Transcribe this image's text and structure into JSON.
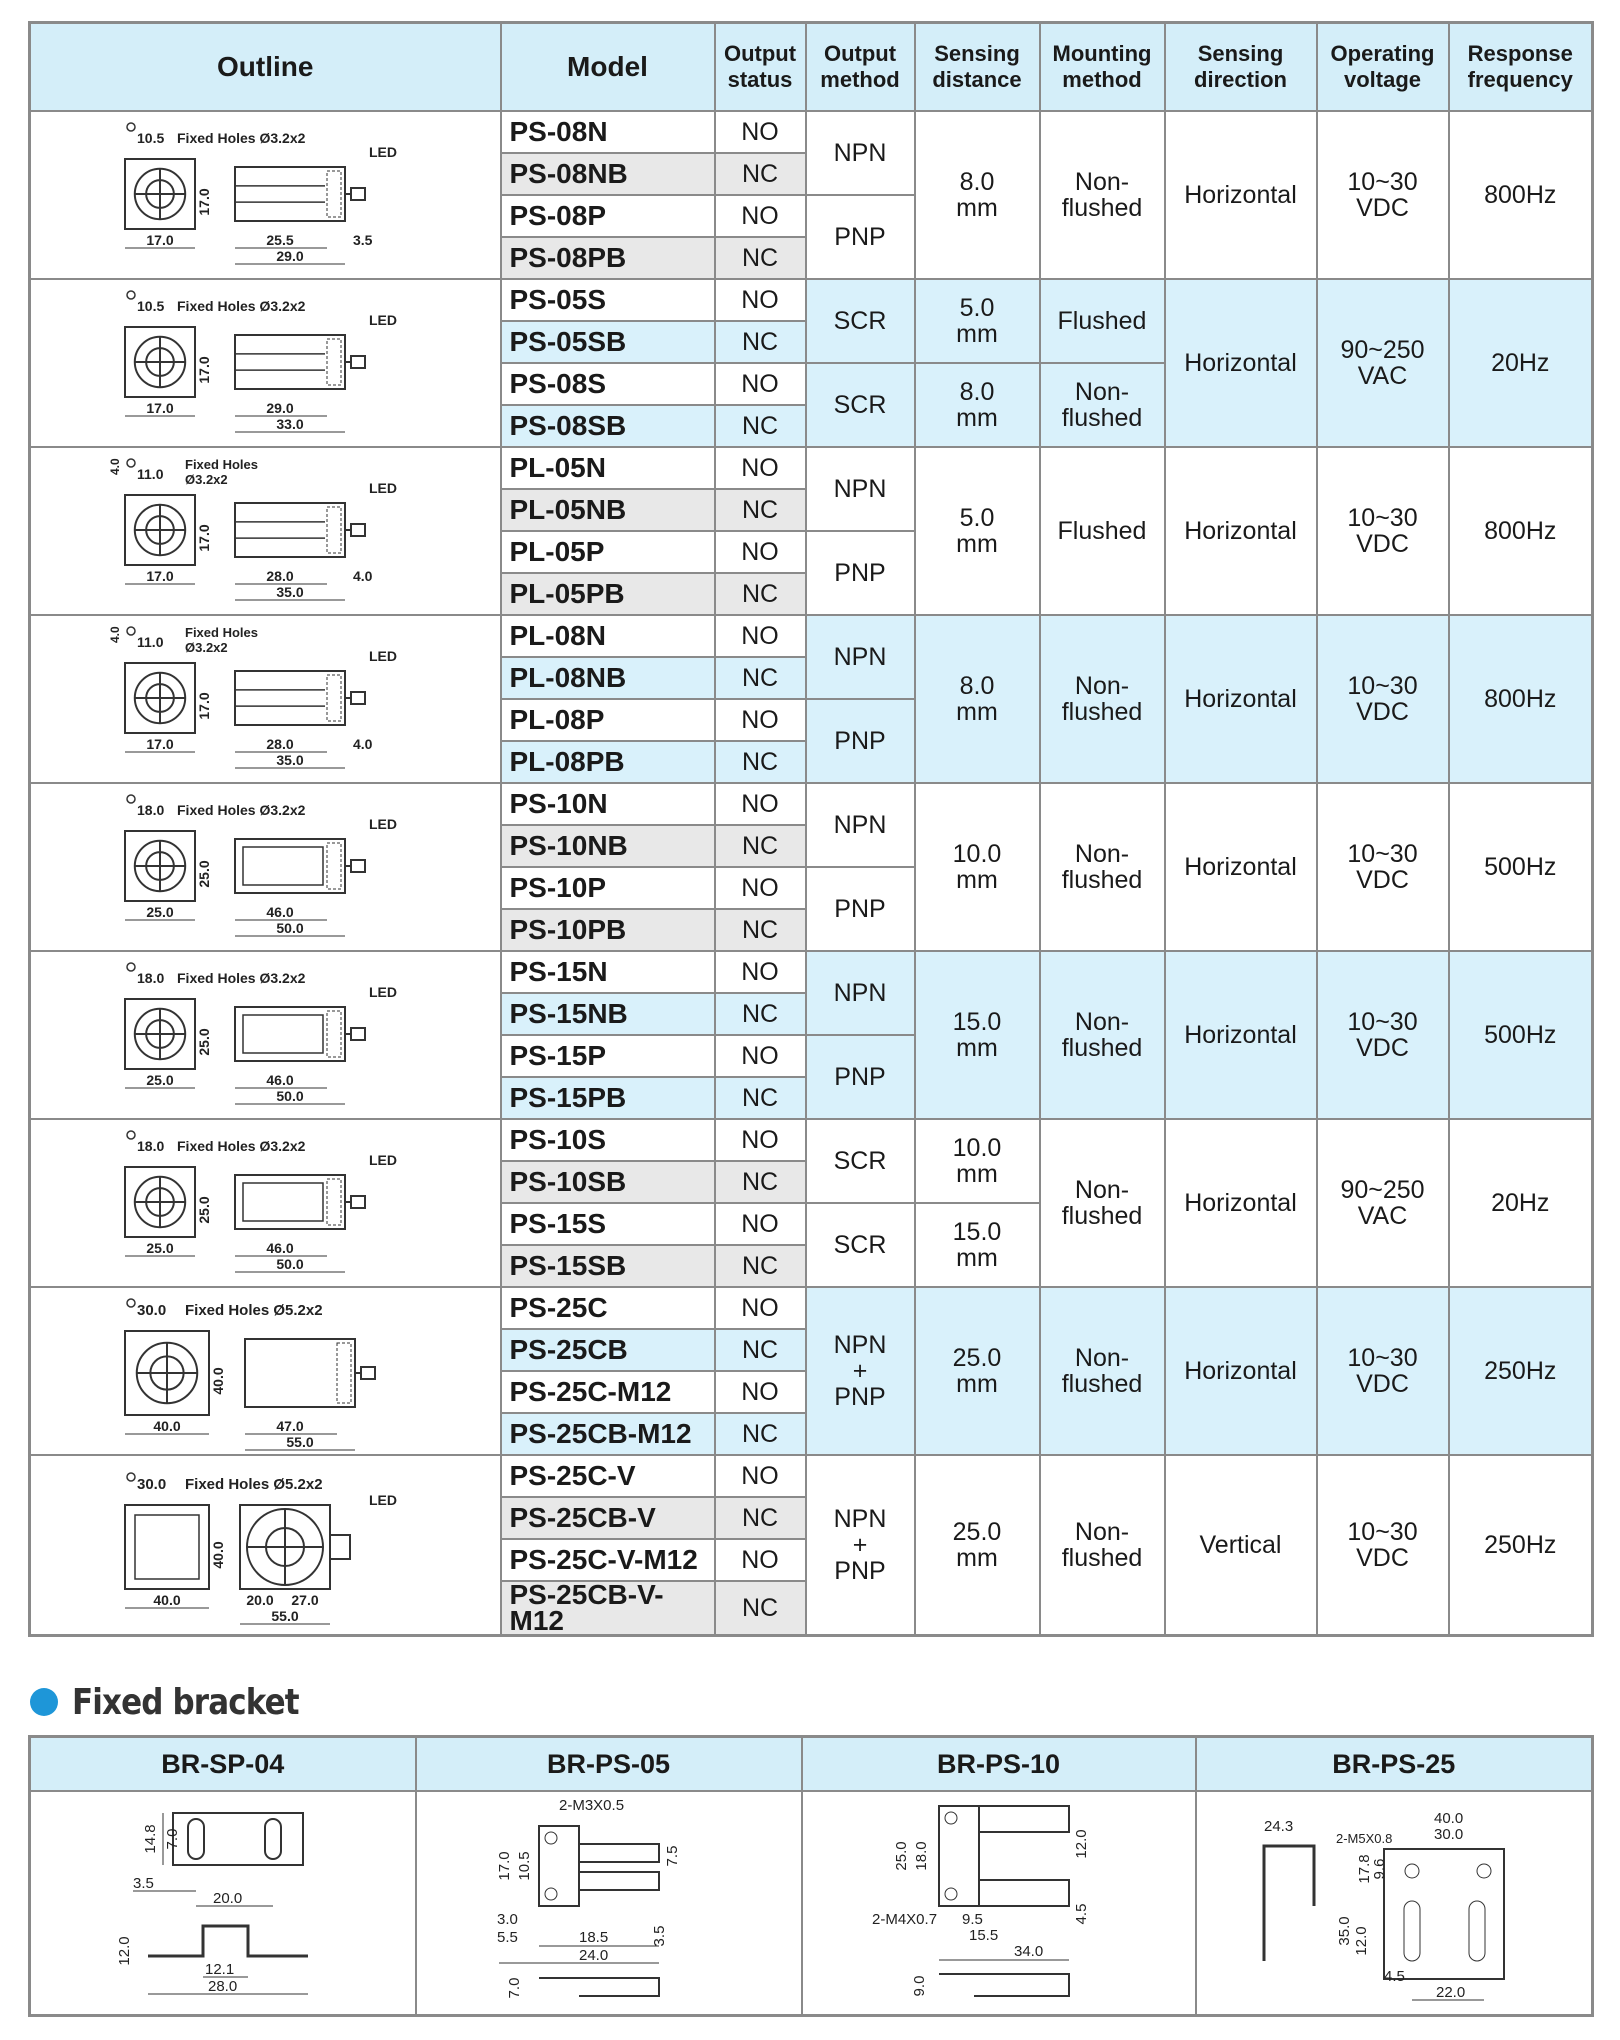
{
  "headers": {
    "outline": "Outline",
    "model": "Model",
    "output_status": [
      "Output",
      "status"
    ],
    "output_method": [
      "Output",
      "method"
    ],
    "sensing_distance": [
      "Sensing",
      "distance"
    ],
    "mounting_method": [
      "Mounting",
      "method"
    ],
    "sensing_direction": [
      "Sensing",
      "direction"
    ],
    "operating_voltage": [
      "Operating",
      "voltage"
    ],
    "response_frequency": [
      "Response",
      "frequency"
    ]
  },
  "groups": [
    {
      "outline": {
        "type": "A",
        "top": "10.5",
        "holes": "Fixed Holes Ø3.2x2",
        "h": "17.0",
        "w": "17.0",
        "l1": "25.5",
        "l2": "29.0",
        "l3": "3.5"
      },
      "models": [
        [
          "PS-08N",
          "NO"
        ],
        [
          "PS-08NB",
          "NC"
        ],
        [
          "PS-08P",
          "NO"
        ],
        [
          "PS-08PB",
          "NC"
        ]
      ],
      "method": [
        [
          "NPN",
          2
        ],
        [
          "PNP",
          2
        ]
      ],
      "distance": [
        [
          "8.0\nmm",
          4
        ]
      ],
      "mounting": [
        [
          "Non-\nflushed",
          4
        ]
      ],
      "direction": "Horizontal",
      "voltage": "10~30\nVDC",
      "frequency": "800Hz",
      "shade": false
    },
    {
      "outline": {
        "type": "A",
        "top": "10.5",
        "holes": "Fixed Holes Ø3.2x2",
        "h": "17.0",
        "w": "17.0",
        "l1": "29.0",
        "l2": "33.0",
        "l3": ""
      },
      "models": [
        [
          "PS-05S",
          "NO"
        ],
        [
          "PS-05SB",
          "NC"
        ],
        [
          "PS-08S",
          "NO"
        ],
        [
          "PS-08SB",
          "NC"
        ]
      ],
      "method": [
        [
          "SCR",
          2
        ],
        [
          "SCR",
          2
        ]
      ],
      "distance": [
        [
          "5.0\nmm",
          2
        ],
        [
          "8.0\nmm",
          2
        ]
      ],
      "mounting": [
        [
          "Flushed",
          2
        ],
        [
          "Non-\nflushed",
          2
        ]
      ],
      "direction": "Horizontal",
      "voltage": "90~250\nVAC",
      "frequency": "20Hz",
      "shade": true
    },
    {
      "outline": {
        "type": "B",
        "top": "11.0",
        "side": "4.0",
        "holes1": "Fixed Holes",
        "holes2": "Ø3.2x2",
        "h": "17.0",
        "w": "17.0",
        "l1": "28.0",
        "l2": "35.0",
        "l3": "4.0"
      },
      "models": [
        [
          "PL-05N",
          "NO"
        ],
        [
          "PL-05NB",
          "NC"
        ],
        [
          "PL-05P",
          "NO"
        ],
        [
          "PL-05PB",
          "NC"
        ]
      ],
      "method": [
        [
          "NPN",
          2
        ],
        [
          "PNP",
          2
        ]
      ],
      "distance": [
        [
          "5.0\nmm",
          4
        ]
      ],
      "mounting": [
        [
          "Flushed",
          4
        ]
      ],
      "direction": "Horizontal",
      "voltage": "10~30\nVDC",
      "frequency": "800Hz",
      "shade": false
    },
    {
      "outline": {
        "type": "B",
        "top": "11.0",
        "side": "4.0",
        "holes1": "Fixed Holes",
        "holes2": "Ø3.2x2",
        "h": "17.0",
        "w": "17.0",
        "l1": "28.0",
        "l2": "35.0",
        "l3": "4.0"
      },
      "models": [
        [
          "PL-08N",
          "NO"
        ],
        [
          "PL-08NB",
          "NC"
        ],
        [
          "PL-08P",
          "NO"
        ],
        [
          "PL-08PB",
          "NC"
        ]
      ],
      "method": [
        [
          "NPN",
          2
        ],
        [
          "PNP",
          2
        ]
      ],
      "distance": [
        [
          "8.0\nmm",
          4
        ]
      ],
      "mounting": [
        [
          "Non-\nflushed",
          4
        ]
      ],
      "direction": "Horizontal",
      "voltage": "10~30\nVDC",
      "frequency": "800Hz",
      "shade": true
    },
    {
      "outline": {
        "type": "C",
        "top": "18.0",
        "holes": "Fixed Holes Ø3.2x2",
        "h": "25.0",
        "w": "25.0",
        "l1": "46.0",
        "l2": "50.0"
      },
      "models": [
        [
          "PS-10N",
          "NO"
        ],
        [
          "PS-10NB",
          "NC"
        ],
        [
          "PS-10P",
          "NO"
        ],
        [
          "PS-10PB",
          "NC"
        ]
      ],
      "method": [
        [
          "NPN",
          2
        ],
        [
          "PNP",
          2
        ]
      ],
      "distance": [
        [
          "10.0\nmm",
          4
        ]
      ],
      "mounting": [
        [
          "Non-\nflushed",
          4
        ]
      ],
      "direction": "Horizontal",
      "voltage": "10~30\nVDC",
      "frequency": "500Hz",
      "shade": false
    },
    {
      "outline": {
        "type": "C",
        "top": "18.0",
        "holes": "Fixed Holes Ø3.2x2",
        "h": "25.0",
        "w": "25.0",
        "l1": "46.0",
        "l2": "50.0"
      },
      "models": [
        [
          "PS-15N",
          "NO"
        ],
        [
          "PS-15NB",
          "NC"
        ],
        [
          "PS-15P",
          "NO"
        ],
        [
          "PS-15PB",
          "NC"
        ]
      ],
      "method": [
        [
          "NPN",
          2
        ],
        [
          "PNP",
          2
        ]
      ],
      "distance": [
        [
          "15.0\nmm",
          4
        ]
      ],
      "mounting": [
        [
          "Non-\nflushed",
          4
        ]
      ],
      "direction": "Horizontal",
      "voltage": "10~30\nVDC",
      "frequency": "500Hz",
      "shade": true
    },
    {
      "outline": {
        "type": "C",
        "top": "18.0",
        "holes": "Fixed Holes Ø3.2x2",
        "h": "25.0",
        "w": "25.0",
        "l1": "46.0",
        "l2": "50.0"
      },
      "models": [
        [
          "PS-10S",
          "NO"
        ],
        [
          "PS-10SB",
          "NC"
        ],
        [
          "PS-15S",
          "NO"
        ],
        [
          "PS-15SB",
          "NC"
        ]
      ],
      "method": [
        [
          "SCR",
          2
        ],
        [
          "SCR",
          2
        ]
      ],
      "distance": [
        [
          "10.0\nmm",
          2
        ],
        [
          "15.0\nmm",
          2
        ]
      ],
      "mounting": [
        [
          "Non-\nflushed",
          4
        ]
      ],
      "direction": "Horizontal",
      "voltage": "90~250\nVAC",
      "frequency": "20Hz",
      "shade": false
    },
    {
      "outline": {
        "type": "D",
        "top": "30.0",
        "holes": "Fixed Holes Ø5.2x2",
        "h": "40.0",
        "w": "40.0",
        "l1": "47.0",
        "l2": "55.0"
      },
      "models": [
        [
          "PS-25C",
          "NO"
        ],
        [
          "PS-25CB",
          "NC"
        ],
        [
          "PS-25C-M12",
          "NO"
        ],
        [
          "PS-25CB-M12",
          "NC"
        ]
      ],
      "method": [
        [
          "NPN\n+\nPNP",
          4
        ]
      ],
      "distance": [
        [
          "25.0\nmm",
          4
        ]
      ],
      "mounting": [
        [
          "Non-\nflushed",
          4
        ]
      ],
      "direction": "Horizontal",
      "voltage": "10~30\nVDC",
      "frequency": "250Hz",
      "shade": true
    },
    {
      "outline": {
        "type": "E",
        "top": "30.0",
        "holes": "Fixed Holes Ø5.2x2",
        "h": "40.0",
        "w": "40.0",
        "l1": "20.0",
        "l3": "27.0",
        "l2": "55.0"
      },
      "models": [
        [
          "PS-25C-V",
          "NO"
        ],
        [
          "PS-25CB-V",
          "NC"
        ],
        [
          "PS-25C-V-M12",
          "NO"
        ],
        [
          "PS-25CB-V-M12",
          "NC"
        ]
      ],
      "method": [
        [
          "NPN\n+\nPNP",
          4
        ]
      ],
      "distance": [
        [
          "25.0\nmm",
          4
        ]
      ],
      "mounting": [
        [
          "Non-\nflushed",
          4
        ]
      ],
      "direction": "Vertical",
      "voltage": "10~30\nVDC",
      "frequency": "250Hz",
      "shade": false
    }
  ],
  "led_label": "LED",
  "bracket_section": {
    "title": "Fixed bracket",
    "items": [
      {
        "name": "BR-SP-04",
        "dims": [
          "14.8",
          "7.0",
          "3.5",
          "20.0",
          "12.0",
          "12.1",
          "28.0"
        ]
      },
      {
        "name": "BR-PS-05",
        "dims": [
          "2-M3X0.5",
          "17.0",
          "10.5",
          "7.5",
          "3.0",
          "5.5",
          "18.5",
          "24.0",
          "3.5",
          "7.0"
        ]
      },
      {
        "name": "BR-PS-10",
        "dims": [
          "25.0",
          "18.0",
          "12.0",
          "2-M4X0.7",
          "9.5",
          "15.5",
          "4.5",
          "34.0",
          "9.0"
        ]
      },
      {
        "name": "BR-PS-25",
        "dims": [
          "24.3",
          "40.0",
          "30.0",
          "2-M5X0.8",
          "17.8",
          "9.6",
          "35.0",
          "12.0",
          "4.5",
          "22.0"
        ]
      }
    ]
  },
  "colors": {
    "header_bg": "#d4eef9",
    "shade_bg": "#d9f1fb",
    "model_shade": "#e8e8e8",
    "border": "#8a8a8a",
    "bullet": "#1e96d8"
  }
}
